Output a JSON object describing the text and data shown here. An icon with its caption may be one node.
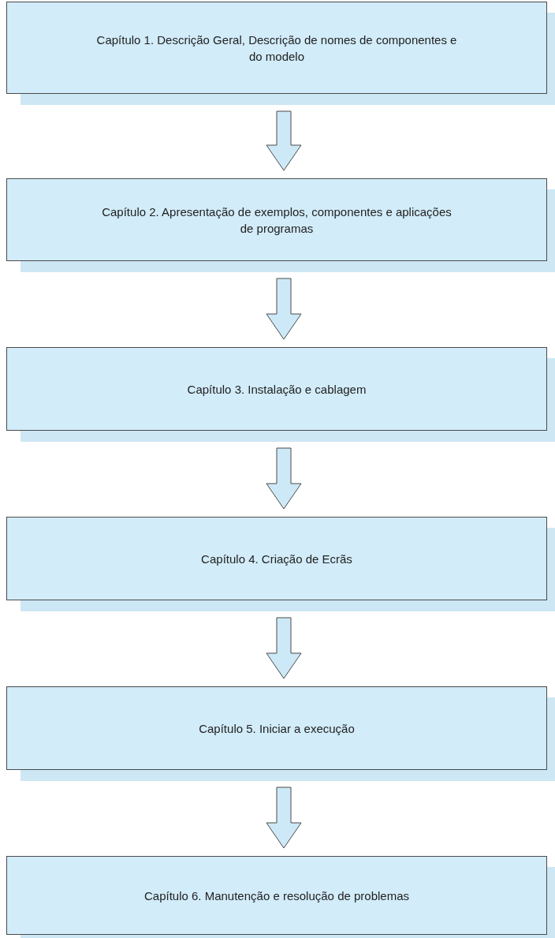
{
  "diagram": {
    "nodes": [
      {
        "text": [
          "Capítulo 1. Descrição Geral, Descrição de nomes de componentes e do modelo"
        ]
      },
      {
        "text": [
          "Capítulo 2. Apresentação de exemplos, componentes e aplicações de programas"
        ]
      },
      {
        "text": [
          "Capítulo 3. Instalação e cablagem"
        ]
      },
      {
        "text": [
          "Capítulo 4. Criação de Ecrãs"
        ]
      },
      {
        "text": [
          "Capítulo 5. Iniciar a execução"
        ]
      },
      {
        "text": [
          "Capítulo 6. Manutenção e resolução de problemas"
        ]
      }
    ],
    "edges": [
      {
        "from": 0,
        "to": 1,
        "arrow": "to"
      },
      {
        "from": 1,
        "to": 2,
        "arrow": "to"
      },
      {
        "from": 2,
        "to": 3,
        "arrow": "to"
      },
      {
        "from": 3,
        "to": 4,
        "arrow": "to"
      },
      {
        "from": 4,
        "to": 5,
        "arrow": "to"
      }
    ]
  }
}
